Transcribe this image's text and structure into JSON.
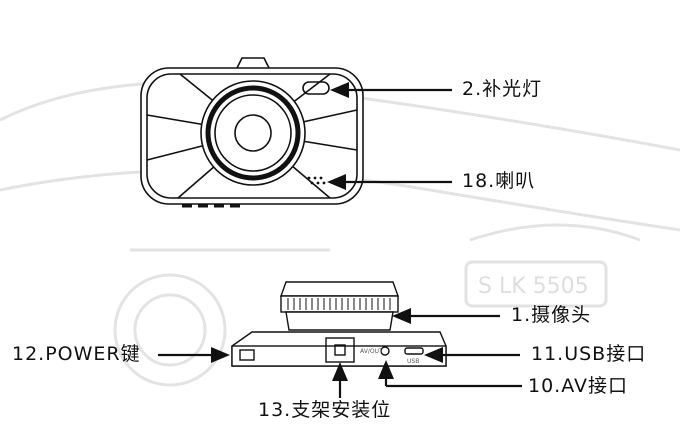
{
  "labels": {
    "fill_light": "2.补光灯",
    "speaker": "18.喇叭",
    "camera": "1.摄像头",
    "power_key": "12.POWER键",
    "usb_port": "11.USB接口",
    "av_port": "10.AV接口",
    "mount": "13.支架安装位"
  },
  "device_marks": {
    "usb_tag": "USB",
    "av_tag": "AV/OUT"
  },
  "background": {
    "plate_text": "S LK 5505"
  },
  "colors": {
    "line": "#111111",
    "background_car": "#e9e9e9"
  }
}
